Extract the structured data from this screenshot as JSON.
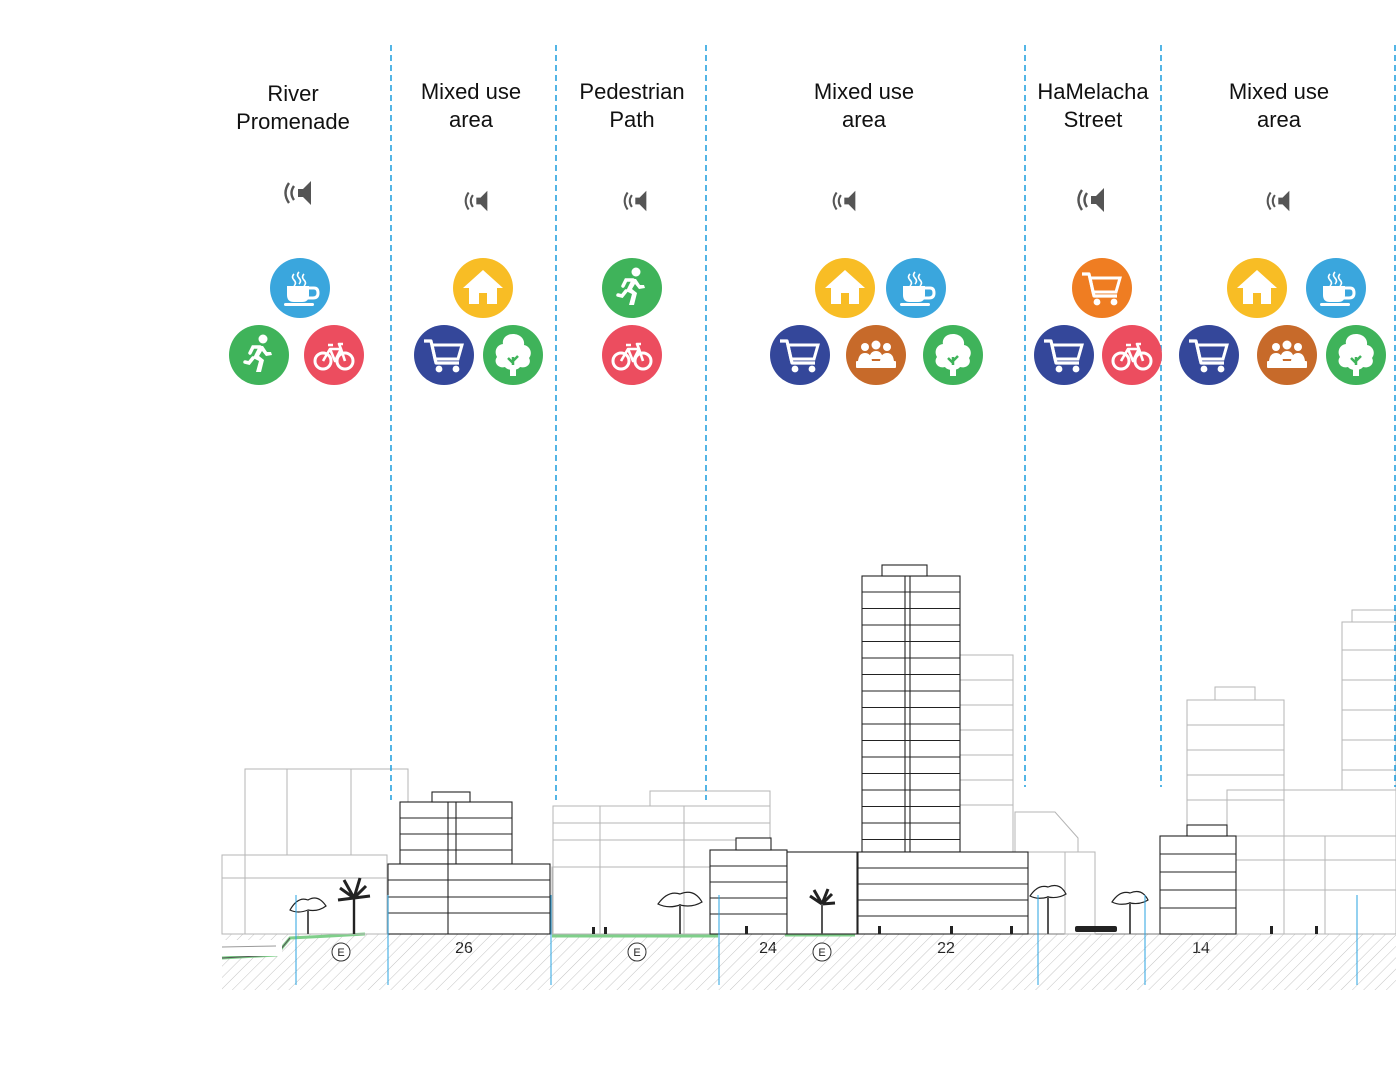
{
  "colors": {
    "divider": "#29a3e0",
    "coffee": "#3aa6dd",
    "walk": "#3fb35a",
    "bike": "#ec4d5f",
    "home": "#f8bd25",
    "cart": "#34479a",
    "tree": "#3fb35a",
    "shop": "#ef7d22",
    "community": "#c76a2a",
    "sound": "#555555",
    "ground": "#b9b9b9",
    "green": "#7fcf8a"
  },
  "zones": [
    {
      "title": "River\nPromenade",
      "icons": [
        "coffee-icon",
        "pedestrian-icon",
        "bicycle-icon"
      ]
    },
    {
      "title": "Mixed use\narea",
      "icons": [
        "home-icon",
        "cart-icon",
        "tree-icon"
      ]
    },
    {
      "title": "Pedestrian\nPath",
      "icons": [
        "pedestrian-icon",
        "bicycle-icon"
      ]
    },
    {
      "title": "Mixed use\narea",
      "icons": [
        "home-icon",
        "coffee-icon",
        "cart-icon",
        "community-icon",
        "tree-icon"
      ]
    },
    {
      "title": "HaMelacha\nStreet",
      "icons": [
        "shopping-cart-icon",
        "cart-icon",
        "bicycle-icon"
      ]
    },
    {
      "title": "Mixed use\narea",
      "icons": [
        "home-icon",
        "coffee-icon",
        "cart-icon",
        "community-icon",
        "tree-icon"
      ]
    }
  ],
  "section": {
    "dimensions": [
      "26",
      "24",
      "22",
      "14"
    ],
    "markers": [
      "E",
      "E",
      "E"
    ]
  }
}
